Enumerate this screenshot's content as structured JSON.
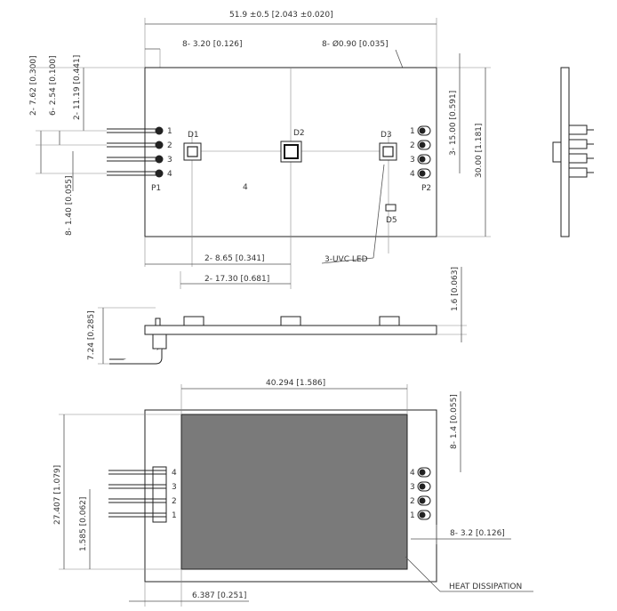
{
  "top_view": {
    "overall_width": "51.9 ±0.5",
    "overall_width_in": "2.043 ±0.020",
    "hole_spacing": "8- 3.20",
    "hole_spacing_in": "0.126",
    "hole_dia": "8- Ø0.90",
    "hole_dia_in": "0.035",
    "left_dim_1": "2- 7.62",
    "left_dim_1_in": "0.300",
    "left_dim_2": "6- 2.54",
    "left_dim_2_in": "0.100",
    "left_dim_3": "2- 11.19",
    "left_dim_3_in": "0.441",
    "left_dim_4": "8- 1.40",
    "left_dim_4_in": "0.055",
    "right_dim_1": "3- 15.00",
    "right_dim_1_in": "0.591",
    "right_dim_2": "30.00",
    "right_dim_2_in": "1.181",
    "bottom_dim_1": "2- 8.65",
    "bottom_dim_1_in": "0.341",
    "bottom_dim_2": "2- 17.30",
    "bottom_dim_2_in": "0.681",
    "leds": [
      "D1",
      "D2",
      "D3"
    ],
    "led5": "D5",
    "pin_numbers": [
      "1",
      "2",
      "3",
      "4"
    ],
    "connector_left": "P1",
    "connector_right": "P2",
    "center_label": "4",
    "led_callout": "3-UVC LED"
  },
  "side_view": {
    "height_dim": "7.24",
    "height_dim_in": "0.285",
    "pcb_dim": "1.6",
    "pcb_dim_in": "0.063"
  },
  "bottom_view": {
    "pad_width": "40.294",
    "pad_width_in": "1.586",
    "height_dim": "27.407",
    "height_dim_in": "1.079",
    "pin_offset": "1.585",
    "pin_offset_in": "0.062",
    "right_dim_1": "8- 1.4",
    "right_dim_1_in": "0.055",
    "right_dim_2": "8- 3.2",
    "right_dim_2_in": "0.126",
    "left_offset": "6.387",
    "left_offset_in": "0.251",
    "pin_numbers": [
      "4",
      "3",
      "2",
      "1"
    ],
    "heat_label": "HEAT DISSIPATION",
    "pad_color": "#7a7a7a"
  }
}
